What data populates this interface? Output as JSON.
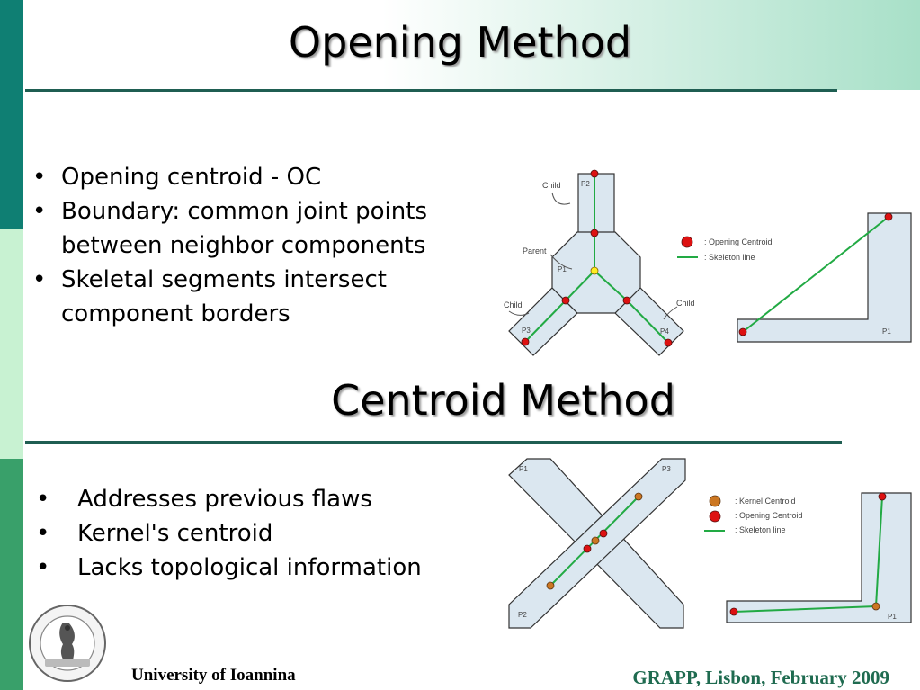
{
  "section1": {
    "title": "Opening Method",
    "bullets": [
      "Opening centroid - OC",
      "Boundary: common joint points between neighbor components",
      "Skeletal segments intersect component borders"
    ]
  },
  "section2": {
    "title": "Centroid Method",
    "bullets": [
      "Addresses previous flaws",
      "Kernel's centroid",
      "Lacks topological information"
    ]
  },
  "figures": {
    "branch": {
      "child_top": "Child",
      "p2": "P2",
      "parent": "Parent",
      "p1": "P1",
      "child_left": "Child",
      "child_right": "Child",
      "p3": "P3",
      "p4": "P4"
    },
    "legend1": {
      "opening_centroid": ": Opening Centroid",
      "skeleton_line": ": Skeleton line"
    },
    "corner1": {
      "p1": "P1"
    },
    "cross": {
      "p1": "P1",
      "p2": "P2",
      "p3": "P3"
    },
    "legend2": {
      "kernel_centroid": ": Kernel Centroid",
      "opening_centroid": ": Opening Centroid",
      "skeleton_line": ": Skeleton line"
    },
    "corner2": {
      "p1": "P1"
    }
  },
  "colors": {
    "opening_centroid": "#dd1111",
    "kernel_centroid": "#cc7722",
    "skeleton": "#22aa44",
    "shape_fill": "#dbe7f0"
  },
  "footer": {
    "left": "University of Ioannina",
    "right": "GRAPP, Lisbon, February 2009"
  }
}
